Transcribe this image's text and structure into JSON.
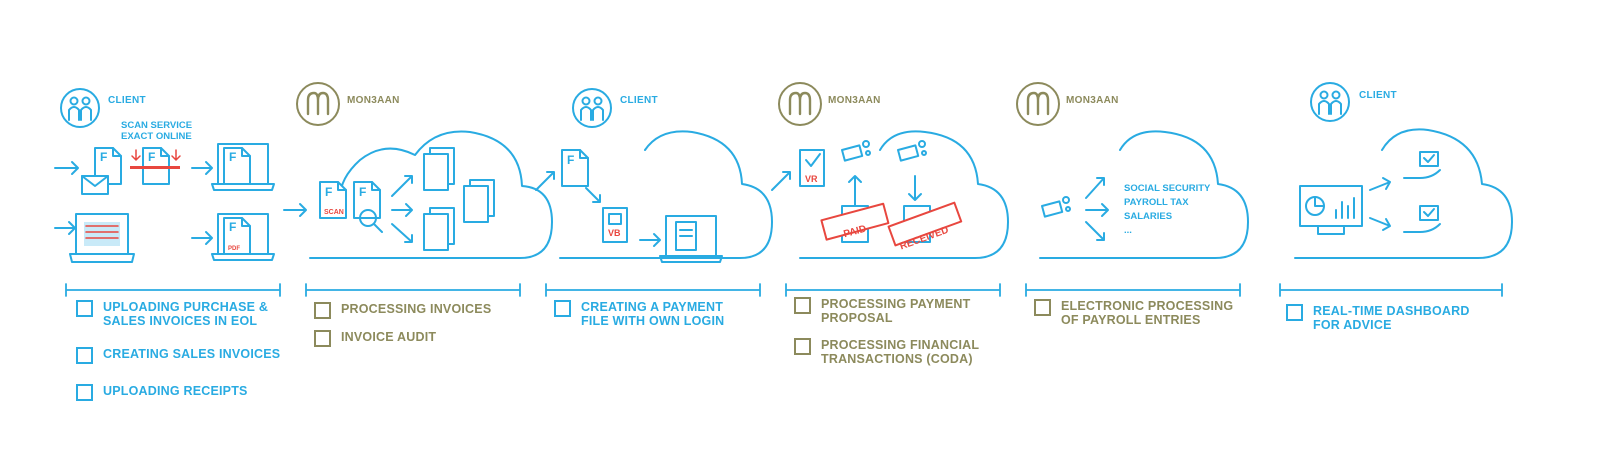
{
  "colors": {
    "blue": "#29abe2",
    "olive": "#8c8a5c",
    "red": "#e8473f"
  },
  "stages": [
    {
      "actor": "CLIENT",
      "notes": [
        "SCAN SERVICE",
        "EXACT ONLINE"
      ],
      "tasks": [
        "UPLOADING PURCHASE &\nSALES INVOICES IN EOL",
        "CREATING SALES INVOICES",
        "UPLOADING RECEIPTS"
      ]
    },
    {
      "actor": "MON3AAN",
      "tasks": [
        "PROCESSING INVOICES",
        "INVOICE AUDIT"
      ]
    },
    {
      "actor": "CLIENT",
      "tasks": [
        "CREATING A PAYMENT\nFILE WITH OWN LOGIN"
      ]
    },
    {
      "actor": "MON3AAN",
      "tasks": [
        "PROCESSING PAYMENT\nPROPOSAL",
        "PROCESSING FINANCIAL\nTRANSACTIONS (CODA)"
      ]
    },
    {
      "actor": "MON3AAN",
      "notes": [
        "SOCIAL SECURITY",
        "PAYROLL TAX",
        "SALARIES",
        "..."
      ],
      "tasks": [
        "ELECTRONIC PROCESSING\nOF PAYROLL ENTRIES"
      ]
    },
    {
      "actor": "CLIENT",
      "tasks": [
        "REAL-TIME DASHBOARD\nFOR ADVICE"
      ]
    }
  ],
  "doc_marks": {
    "file_letter": "F",
    "scan": "SCAN",
    "pdf": "PDF",
    "vb": "VB",
    "vr": "VR"
  },
  "stamps": {
    "paid": "PAID",
    "received": "RECEIVED"
  },
  "icons": [
    "client-people-icon",
    "mon3aan-logo-icon",
    "document-icon",
    "envelope-icon",
    "laptop-icon",
    "cloud-icon",
    "camera-icon",
    "dashboard-icon",
    "hand-check-icon"
  ]
}
